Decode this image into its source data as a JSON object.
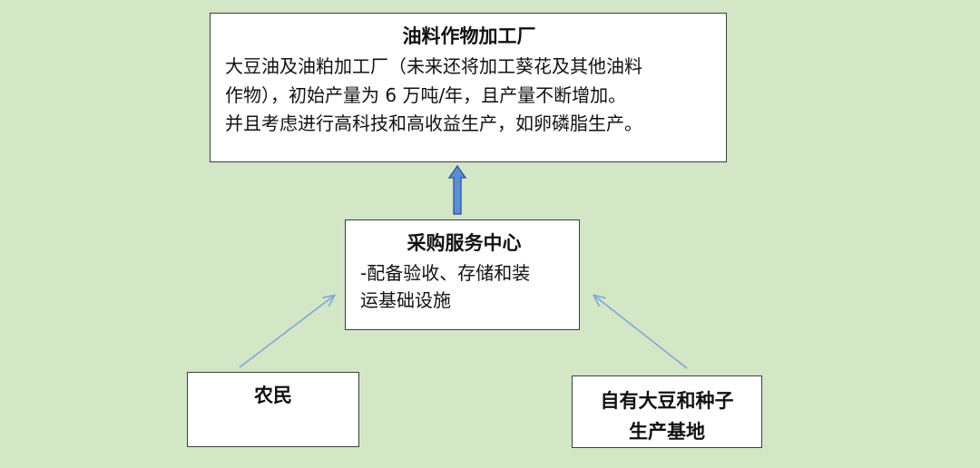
{
  "diagram": {
    "plant": {
      "title": "油料作物加工厂",
      "lines": [
        "大豆油及油粕加工厂（未来还将加工葵花及其他油料",
        "作物），初始产量为 6 万吨/年，且产量不断增加。",
        "并且考虑进行高科技和高收益生产，如卵磷脂生产。"
      ]
    },
    "procurement": {
      "title": "采购服务中心",
      "lines": [
        "-配备验收、存储和装",
        "运基础设施"
      ]
    },
    "farmers": {
      "title": "农民"
    },
    "own_base": {
      "title_lines": [
        "自有大豆和种子",
        "生产基地"
      ]
    },
    "colors": {
      "background": "#d3e6c6",
      "box_fill": "#ffffff",
      "box_border": "#3c3c3c",
      "thin_arrow": "#7ea6d8",
      "block_arrow_fill": "#5b8fd1",
      "block_arrow_stroke": "#2f5597"
    }
  }
}
